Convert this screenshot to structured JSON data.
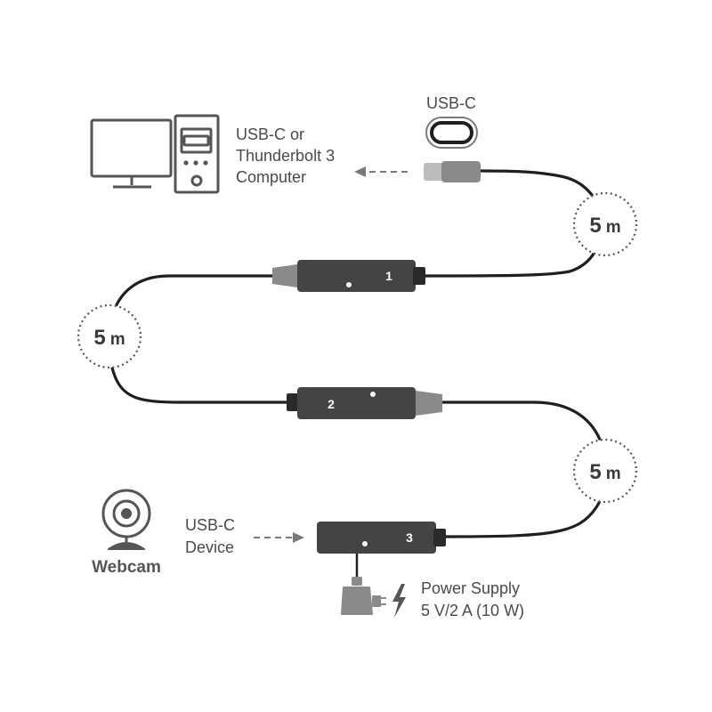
{
  "labels": {
    "usbc_top": "USB-C",
    "computer_line1": "USB-C or",
    "computer_line2": "Thunderbolt 3",
    "computer_line3": "Computer",
    "device_line1": "USB-C",
    "device_line2": "Device",
    "webcam": "Webcam",
    "power_line1": "Power Supply",
    "power_line2": "5 V/2 A (10 W)"
  },
  "segments": [
    {
      "value": "5",
      "unit": "m"
    },
    {
      "value": "5",
      "unit": "m"
    },
    {
      "value": "5",
      "unit": "m"
    }
  ],
  "modules": [
    {
      "number": "1"
    },
    {
      "number": "2"
    },
    {
      "number": "3"
    }
  ],
  "icons": {
    "computer": "desktop-computer-icon",
    "usbc_port": "usb-c-port-icon",
    "webcam": "webcam-icon",
    "adapter": "power-adapter-icon",
    "lightning": "lightning-bolt-icon"
  },
  "colors": {
    "cable": "#1f1f1f",
    "module": "#444444",
    "connector": "#8a8a8a",
    "icon": "#555555",
    "text": "#4a4a4a"
  }
}
